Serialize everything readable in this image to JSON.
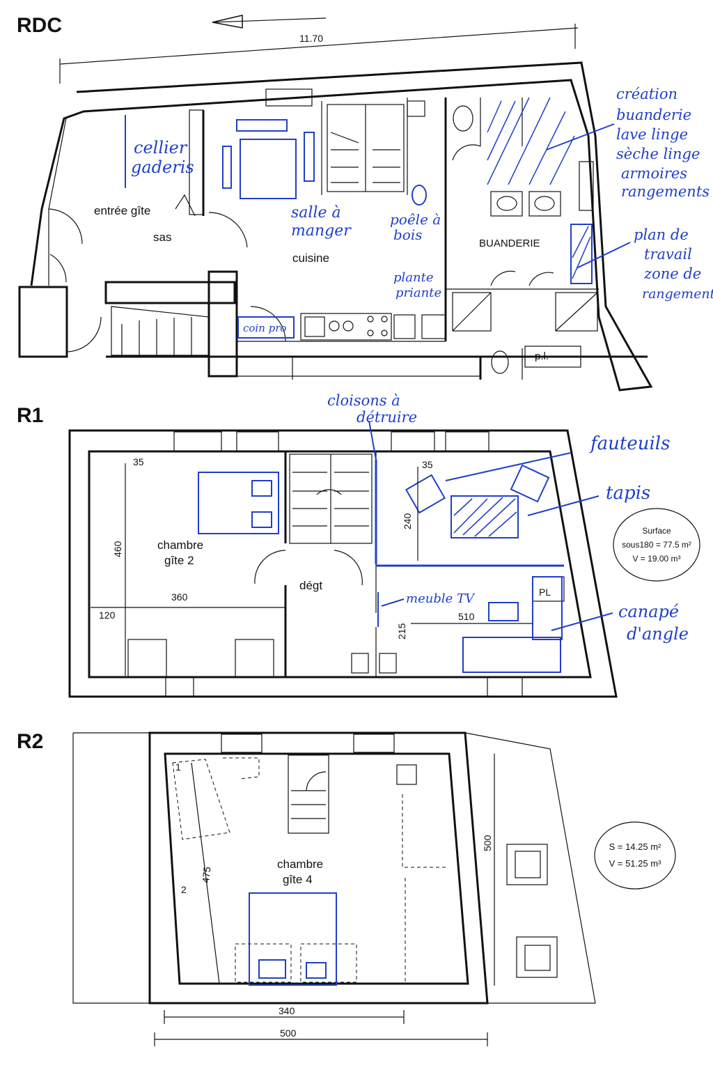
{
  "plans": {
    "rdc": {
      "title": "RDC",
      "overall_dim": "11.70",
      "rooms": {
        "entree": "entrée gîte",
        "sas": "sas",
        "cuisine": "cuisine",
        "buanderie": "BUANDERIE",
        "pl": "p.l."
      },
      "notes": {
        "cellier": "cellier",
        "gaderis": "gaderis",
        "salle1": "salle à",
        "salle2": "manger",
        "poele1": "poêle à",
        "poele2": "bois",
        "plante1": "plante",
        "plante2": "priante",
        "coin": "coin pro",
        "creation": [
          "création",
          "buanderie",
          "lave linge",
          "sèche linge",
          "armoires",
          "rangements"
        ],
        "plan": [
          "plan de",
          "travail",
          "zone de",
          "rangement"
        ]
      }
    },
    "r1": {
      "title": "R1",
      "rooms": {
        "chambre": "chambre",
        "gite": "gîte 2",
        "degt": "dégt",
        "pl": "PL"
      },
      "dims": {
        "d35a": "35",
        "d35b": "35",
        "d460": "460",
        "d360": "360",
        "d120": "120",
        "d240": "240",
        "d215": "215",
        "d510": "510"
      },
      "notes": {
        "cloisons1": "cloisons à",
        "cloisons2": "détruire",
        "fauteuils": "fauteuils",
        "tapis": "tapis",
        "meuble": "meuble TV",
        "canape1": "canapé",
        "canape2": "d'angle"
      },
      "surface": {
        "line1": "Surface",
        "line2": "sous180 = 77.5 m²",
        "line3": "V = 19.00 m³"
      }
    },
    "r2": {
      "title": "R2",
      "rooms": {
        "chambre": "chambre",
        "gite": "gîte 4"
      },
      "dims": {
        "d475": "475",
        "d500v": "500",
        "d340": "340",
        "d500h": "500",
        "n1": "1",
        "n2": "2"
      },
      "surface": {
        "line1": "S = 14.25 m²",
        "line2": "V = 51.25 m³"
      }
    }
  },
  "colors": {
    "ink": "#111111",
    "annotation": "#1f3fc9"
  }
}
